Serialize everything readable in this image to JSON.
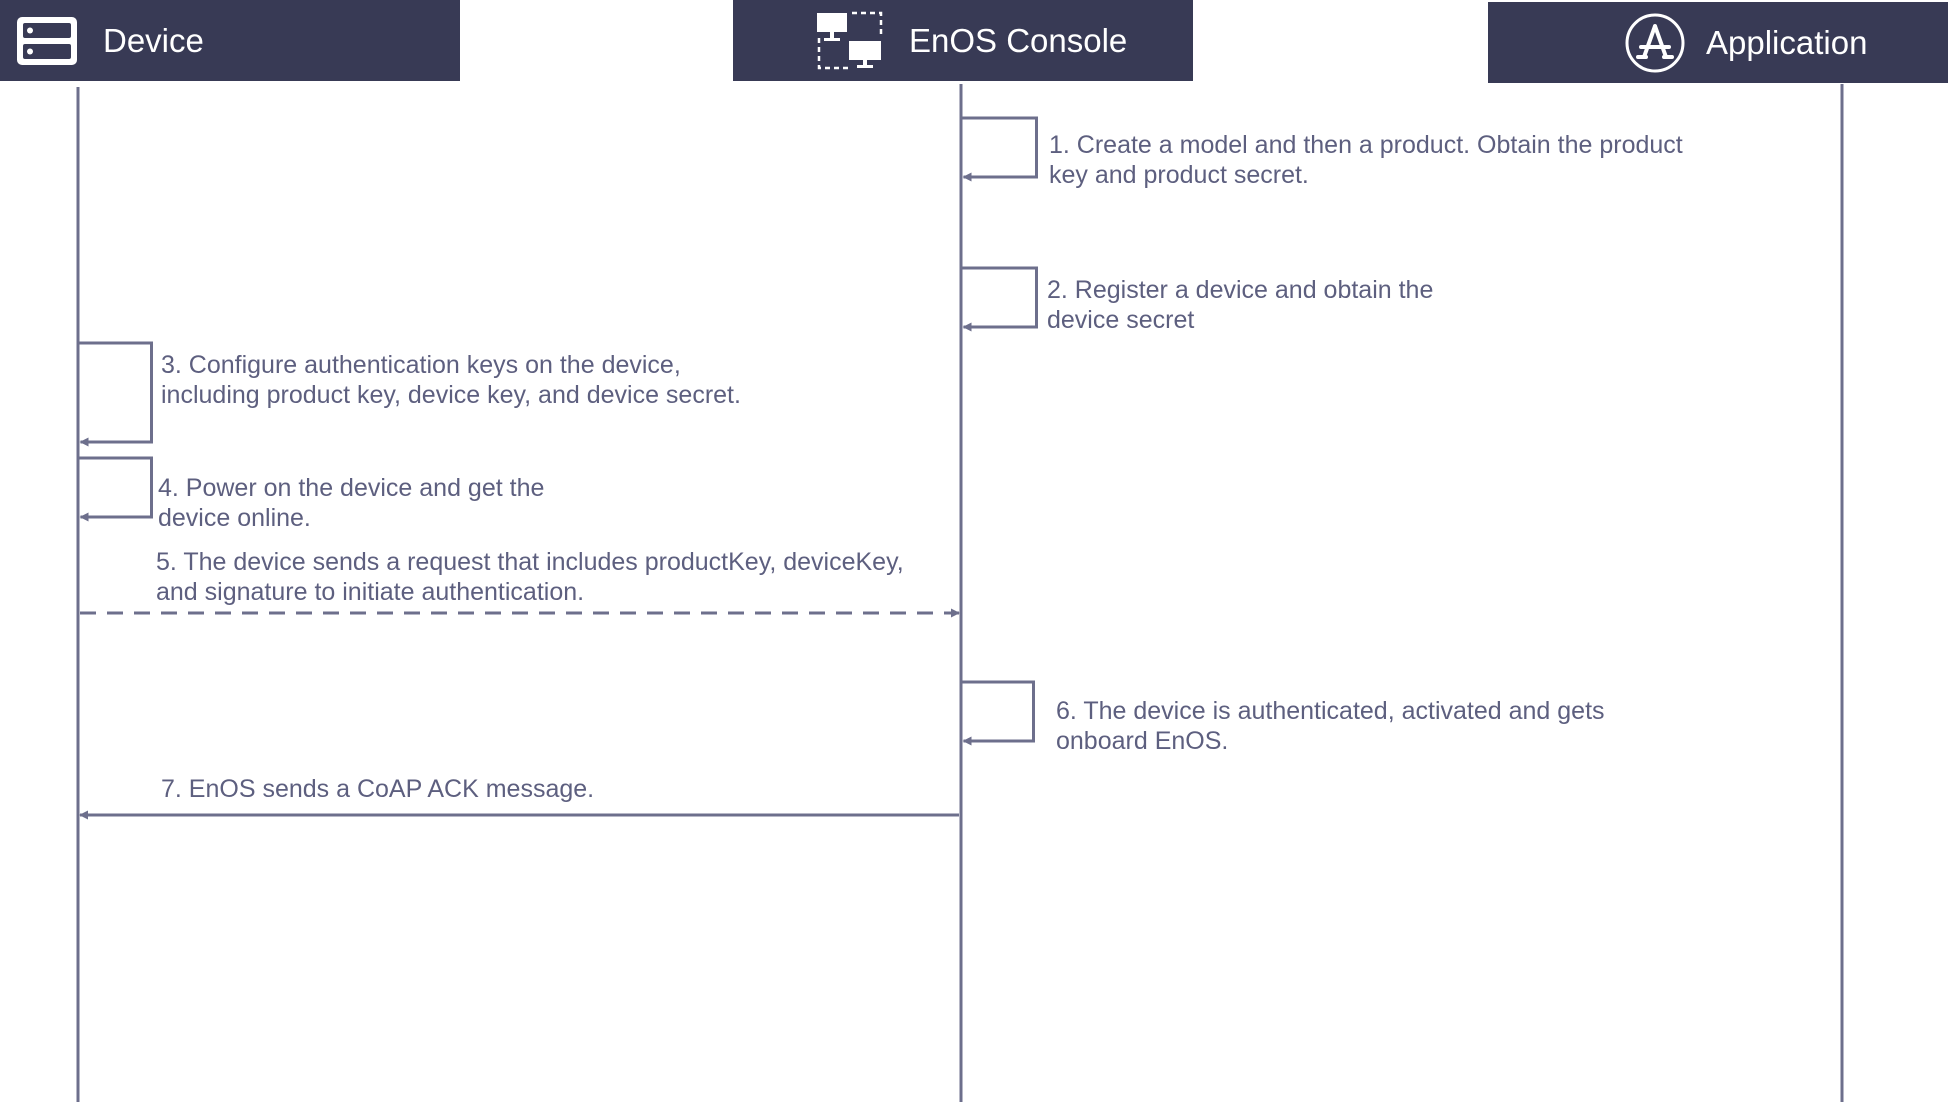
{
  "colors": {
    "header_bg": "#383a55",
    "header_text": "#ffffff",
    "line": "#6d6f8c",
    "label_text": "#5d5f7f",
    "background": "#ffffff"
  },
  "lanes": {
    "device": {
      "title": "Device",
      "icon": "server-icon"
    },
    "console": {
      "title": "EnOS Console",
      "icon": "network-devices-icon"
    },
    "application": {
      "title": "Application",
      "icon": "app-store-icon"
    }
  },
  "steps": [
    {
      "id": "1",
      "from": "console",
      "to": "console",
      "style": "solid",
      "lines": [
        "1. Create a model and then a product. Obtain the product",
        "key and product secret."
      ]
    },
    {
      "id": "2",
      "from": "console",
      "to": "console",
      "style": "solid",
      "lines": [
        "2. Register a device and obtain the",
        "device secret"
      ]
    },
    {
      "id": "3",
      "from": "device",
      "to": "device",
      "style": "solid",
      "lines": [
        "3. Configure authentication keys on the device,",
        "including product key, device key, and device secret."
      ]
    },
    {
      "id": "4",
      "from": "device",
      "to": "device",
      "style": "solid",
      "lines": [
        "4. Power on the device and get the",
        "device online."
      ]
    },
    {
      "id": "5",
      "from": "device",
      "to": "console",
      "style": "dashed",
      "lines": [
        "5. The device sends a request that includes productKey, deviceKey,",
        "and signature to initiate authentication."
      ]
    },
    {
      "id": "6",
      "from": "console",
      "to": "console",
      "style": "solid",
      "lines": [
        "6. The device is authenticated, activated and gets",
        "onboard EnOS."
      ]
    },
    {
      "id": "7",
      "from": "console",
      "to": "device",
      "style": "solid",
      "lines": [
        "7. EnOS sends a CoAP ACK message."
      ]
    }
  ]
}
